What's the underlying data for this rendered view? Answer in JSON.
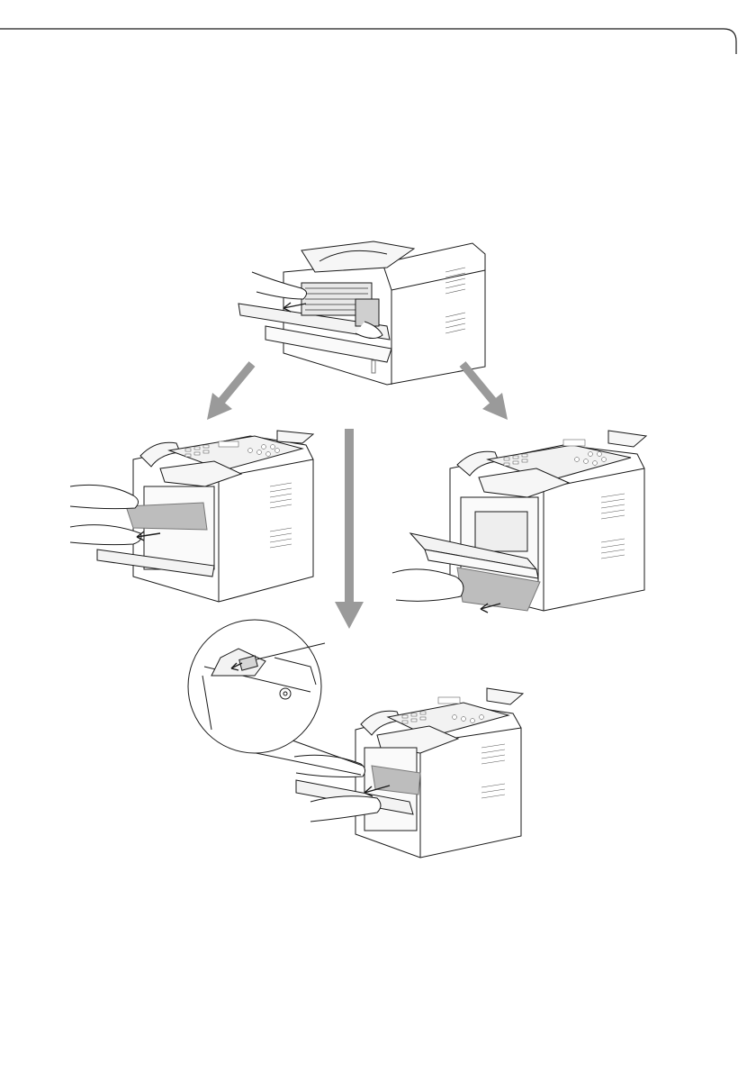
{
  "document": {
    "header_rule": true
  },
  "figures": [
    {
      "id": "remove-drum-unit",
      "icon": "printer-open-front-drum-removal"
    },
    {
      "id": "pull-paper-from-front",
      "icon": "printer-paper-pulled-front"
    },
    {
      "id": "pull-paper-from-door",
      "icon": "printer-paper-pulled-front-door"
    },
    {
      "id": "pull-paper-release-lever",
      "icon": "printer-paper-pulled-with-lever-zoom"
    }
  ],
  "arrows": [
    {
      "id": "arrow-left",
      "icon": "down-left-arrow"
    },
    {
      "id": "arrow-center",
      "icon": "down-arrow"
    },
    {
      "id": "arrow-right",
      "icon": "down-right-arrow"
    }
  ],
  "colors": {
    "line": "#1a1a1a",
    "arrow": "#9a9a9a",
    "paper": "#bdbdbd",
    "panel": "#f2f2f2"
  }
}
